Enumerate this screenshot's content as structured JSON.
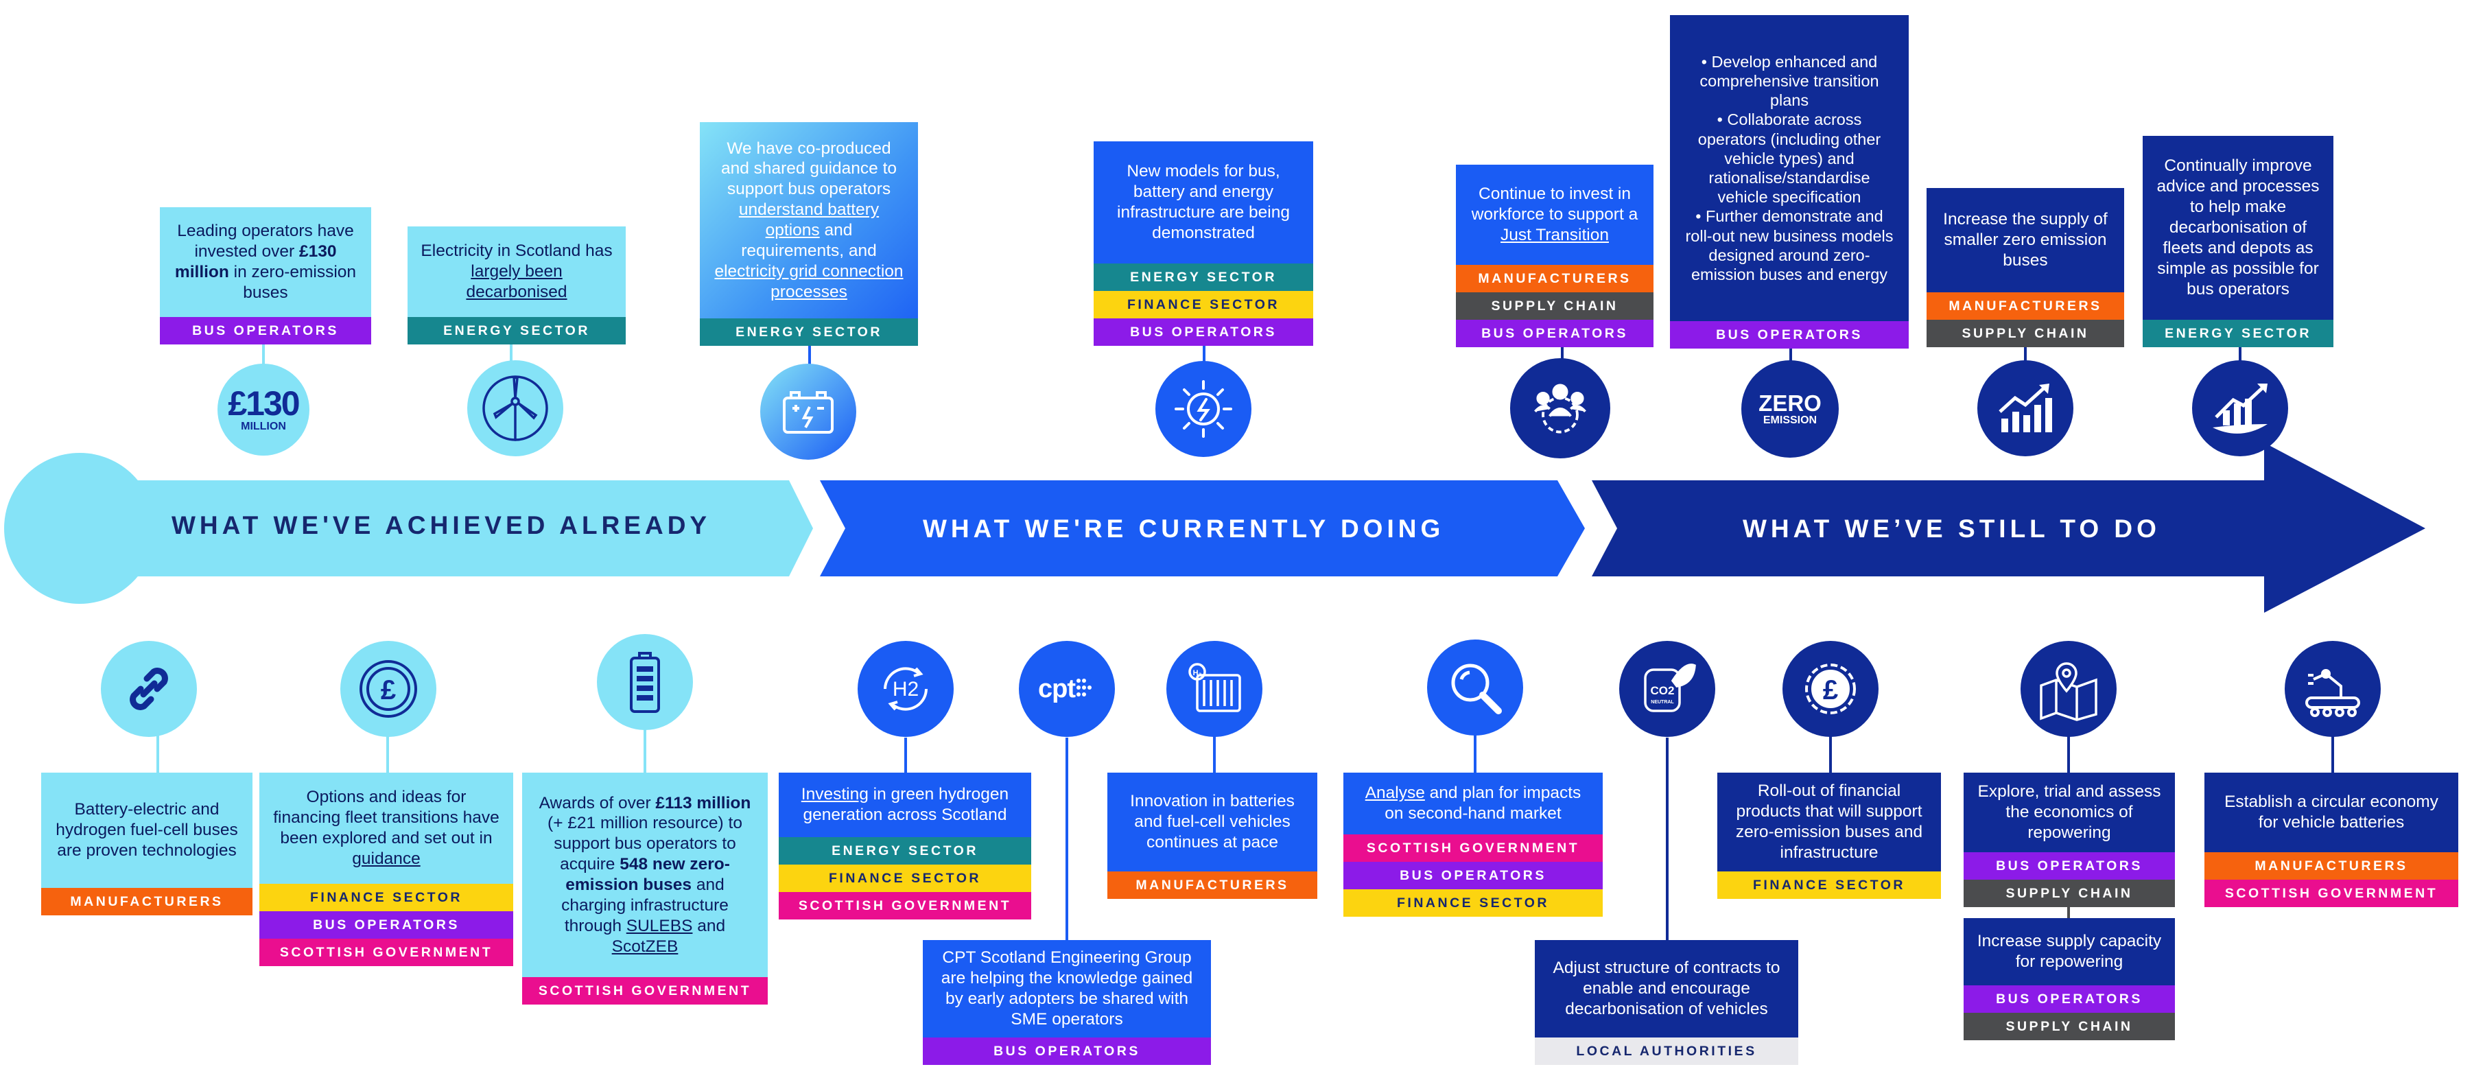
{
  "colors": {
    "light_blue": "#85e3f7",
    "mid_blue": "#1a5cf4",
    "navy": "#102b96",
    "label_text_light": "#16276e",
    "tag_bus_operators": "#8c1be8",
    "tag_energy_sector": "#16878f",
    "tag_finance_sector": "#fcd410",
    "tag_scottish_government": "#ea0e8f",
    "tag_manufacturers": "#f6620e",
    "tag_supply_chain": "#4b4c4e",
    "tag_local_authorities": "#e9e9ed"
  },
  "timeline": {
    "achieved": "WHAT WE'VE ACHIEVED ALREADY",
    "doing": "WHAT WE'RE CURRENTLY DOING",
    "todo": "WHAT WE’VE STILL TO DO"
  },
  "icons": {
    "money_big": "£130",
    "money_small": "MILLION",
    "zero_big": "ZERO",
    "zero_small": "EMISSION",
    "co2": "CO2",
    "neutral": "NEUTRAL",
    "h2": "H2",
    "cpt": "cpt",
    "names": [
      "pound-badge-icon",
      "wind-turbine-icon",
      "battery-charge-icon",
      "solar-energy-icon",
      "workforce-gear-icon",
      "zero-emission-icon",
      "growth-chart-icon",
      "plant-growth-icon",
      "chain-link-icon",
      "pound-coin-icon",
      "battery-icon",
      "hydrogen-cycle-icon",
      "cpt-logo-icon",
      "hydrogen-fuel-cell-icon",
      "magnifier-icon",
      "co2-neutral-icon",
      "pound-gear-icon",
      "map-pin-icon",
      "robot-arm-icon"
    ]
  },
  "tags": {
    "bus_operators": "BUS OPERATORS",
    "energy_sector": "ENERGY SECTOR",
    "finance_sector": "FINANCE SECTOR",
    "scottish_government": "SCOTTISH GOVERNMENT",
    "manufacturers": "MANUFACTURERS",
    "supply_chain": "SUPPLY CHAIN",
    "local_authorities": "LOCAL AUTHORITIES"
  },
  "cards": {
    "t1": {
      "a": "Leading operators have invested over ",
      "b": "£130 million",
      "c": " in zero-emission buses"
    },
    "t2": {
      "a": "Electricity in Scotland has ",
      "b": "largely been decarbonised"
    },
    "t3": {
      "a": "We have co-produced and shared guidance to support bus operators ",
      "b": "understand battery options",
      "c": " and requirements, and ",
      "d": "electricity grid connection processes"
    },
    "t4": {
      "a": "New models for bus, battery and energy infrastructure are being demonstrated"
    },
    "t5": {
      "a": "Continue to invest in workforce to support a ",
      "b": "Just Transition"
    },
    "t6": {
      "l1": "• Develop enhanced and comprehensive transition plans",
      "l2": "• Collaborate across operators (including other vehicle types) and rationalise/standardise vehicle specification",
      "l3": "• Further demonstrate and roll-out new business models designed around zero-emission buses and energy"
    },
    "t7": {
      "a": "Increase the supply of smaller zero emission buses"
    },
    "t8": {
      "a": "Continually improve advice and processes to help make decarbonisation of fleets and depots as simple as possible for bus operators"
    },
    "b1": {
      "a": "Battery-electric and hydrogen fuel-cell buses are proven technologies"
    },
    "b2": {
      "a": "Options and ideas for financing fleet transitions have been explored and set out in ",
      "b": "guidance"
    },
    "b3": {
      "a": "Awards of over ",
      "b": "£113 million",
      "c": " (+ £21 million resource) to support bus operators to acquire ",
      "d": "548 new zero-emission buses",
      "e": " and charging infrastructure through ",
      "f": "SULEBS",
      "g": " and ",
      "h": "ScotZEB"
    },
    "b4": {
      "a": "Investing",
      "b": " in green hydrogen generation across Scotland"
    },
    "b5": {
      "a": "CPT Scotland Engineering Group are helping the knowledge gained by early adopters be shared with SME operators"
    },
    "b6": {
      "a": "Innovation in batteries and fuel-cell vehicles continues at pace"
    },
    "b7": {
      "a": "Analyse",
      "b": " and plan for impacts on second-hand market"
    },
    "b8": {
      "a": "Adjust structure of contracts to enable and encourage decarbonisation of vehicles"
    },
    "b9": {
      "a": "Roll-out of financial products that will support zero-emission buses and infrastructure"
    },
    "b10": {
      "a": "Explore, trial and assess the economics of repowering"
    },
    "b11": {
      "a": "Increase supply capacity for repowering"
    },
    "b12": {
      "a": "Establish a circular economy for vehicle batteries"
    }
  }
}
